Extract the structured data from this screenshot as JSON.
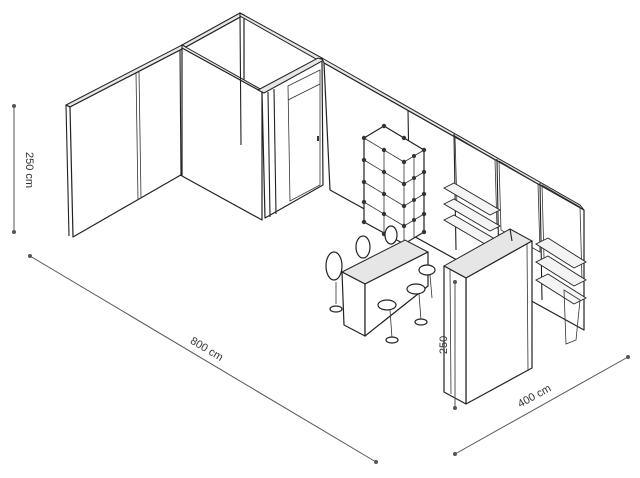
{
  "dimensions": {
    "height_label": "250 cm",
    "length_label": "800 cm",
    "depth_label": "400 cm",
    "tower_height_label": "250"
  },
  "colors": {
    "line": "#222222",
    "dimension_line": "#555555",
    "wall_fill": "#ffffff",
    "wall_top": "#e6e6e6"
  }
}
